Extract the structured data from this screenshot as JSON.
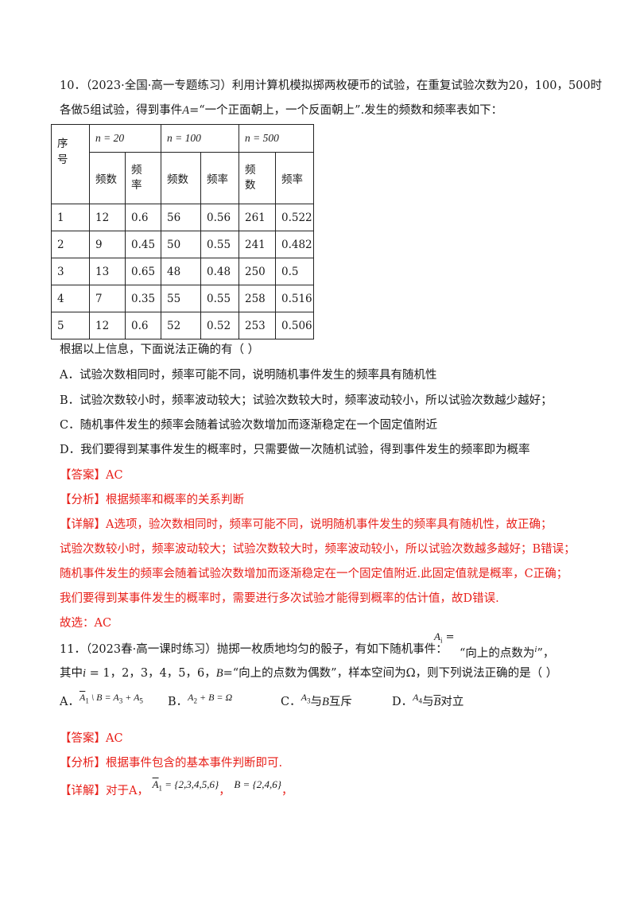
{
  "q10": {
    "number": "10．",
    "source": "（2023·全国·高一专题练习）",
    "stem_line1": "利用计算机模拟掷两枚硬币的试验，在重复试验次数为20，100，500时",
    "stem_line2_a": "各做5组试验，得到事件",
    "event_var": "A",
    "stem_line2_b": "=“一个正面朝上，一个反面朝上”.发生的频数和频率表如下：",
    "table": {
      "seq_header": "序号",
      "group_headers": [
        "n = 20",
        "n = 100",
        "n = 500"
      ],
      "sub_headers": [
        "频数",
        "频率",
        "频数",
        "频率",
        "频数",
        "频率"
      ],
      "rows": [
        [
          "1",
          "12",
          "0.6",
          "56",
          "0.56",
          "261",
          "0.522"
        ],
        [
          "2",
          "9",
          "0.45",
          "50",
          "0.55",
          "241",
          "0.482"
        ],
        [
          "3",
          "13",
          "0.65",
          "48",
          "0.48",
          "250",
          "0.5"
        ],
        [
          "4",
          "7",
          "0.35",
          "55",
          "0.55",
          "258",
          "0.516"
        ],
        [
          "5",
          "12",
          "0.6",
          "52",
          "0.52",
          "253",
          "0.506"
        ]
      ]
    },
    "prompt": "根据以上信息，下面说法正确的有（    ）",
    "options": [
      "A．试验次数相同时，频率可能不同，说明随机事件发生的频率具有随机性",
      "B．试验次数较小时，频率波动较大；试验次数较大时，频率波动较小，所以试验次数越少越好；",
      "C．随机事件发生的频率会随着试验次数增加而逐渐稳定在一个固定值附近",
      "D．我们要得到某事件发生的概率时，只需要做一次随机试验，得到事件发生的频率即为概率"
    ],
    "answer_label": "【答案】",
    "answer": "AC",
    "analysis_label": "【分析】",
    "analysis": "根据频率和概率的关系判断",
    "detail_label": "【详解】",
    "detail_lines": [
      "A选项，验次数相同时，频率可能不同，说明随机事件发生的频率具有随机性，故正确；",
      "试验次数较小时，频率波动较大；试验次数较大时，频率波动较小，所以试验次数越多越好；B错误；",
      "随机事件发生的频率会随着试验次数增加而逐渐稳定在一个固定值附近.此固定值就是概率，C正确；",
      "我们要得到某事件发生的概率时，需要进行多次试验才能得到概率的估计值，故D错误."
    ],
    "conclusion": "故选：AC"
  },
  "q11": {
    "number": "11．",
    "source": "（2023春·高一课时练习）",
    "stem_a": "抛掷一枚质地均匀的骰子，有如下随机事件：",
    "stem_event": "“向上的点数为",
    "stem_event_end": "”，",
    "line2_a": "其中",
    "line2_values": "1，2，3，4，5，6，",
    "line2_b": "=“向上的点数为偶数”，样本空间为Ω，则下列说法正确的是（    ）",
    "option_labels": [
      "A．",
      "B．",
      "C．",
      "D．"
    ],
    "option_c_text": "与",
    "option_c_end": "互斥",
    "option_d_text": "与",
    "option_d_end": "对立",
    "answer_label": "【答案】",
    "answer": "AC",
    "analysis_label": "【分析】",
    "analysis": "根据事件包含的基本事件判断即可.",
    "detail_label": "【详解】",
    "detail_a": "对于A，",
    "set_a1": "{2,3,4,5,6}",
    "set_b": "{2,4,6}"
  }
}
